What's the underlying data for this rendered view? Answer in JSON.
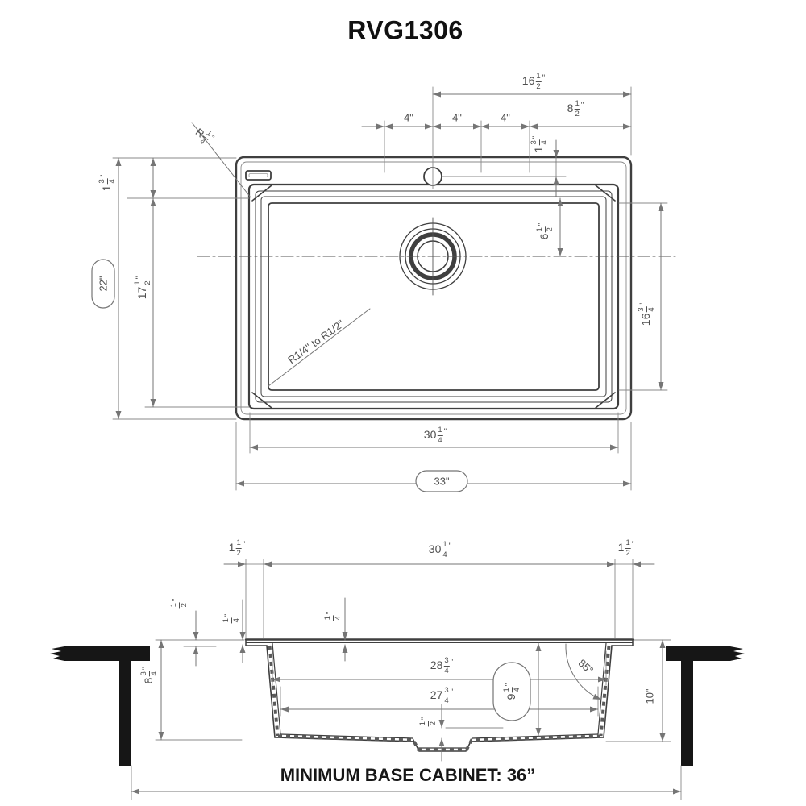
{
  "title": "RVG1306",
  "footer": {
    "label": "MINIMUM BASE CABINET: 36”"
  },
  "colors": {
    "line": "#3f3f3f",
    "dim": "#757575",
    "text": "#4f4f4f",
    "solid": "#161616"
  },
  "top_view": {
    "dims": {
      "hole_to_right_edge": {
        "whole": "16",
        "num": "1",
        "den": "2",
        "unit": "\""
      },
      "hole_spacing_a": {
        "text": "4\""
      },
      "hole_spacing_b": {
        "text": "4\""
      },
      "hole_spacing_c": {
        "text": "4\""
      },
      "right_edge_span": {
        "whole": "8",
        "num": "1",
        "den": "2",
        "unit": "\""
      },
      "hole_offset": {
        "whole": "1",
        "num": "3",
        "den": "4",
        "unit": "\""
      },
      "corner_radius": {
        "prefix": "R",
        "num": "1",
        "den": "4",
        "unit": "\""
      },
      "overall_depth": {
        "text": "22\""
      },
      "rim_to_bowl": {
        "whole": "1",
        "num": "3",
        "den": "4",
        "unit": "\""
      },
      "bowl_front_back": {
        "whole": "17",
        "num": "1",
        "den": "2",
        "unit": "\""
      },
      "bowl_to_centerline": {
        "whole": "6",
        "num": "1",
        "den": "2",
        "unit": "\""
      },
      "bowl_inner_fb": {
        "whole": "16",
        "num": "3",
        "den": "4",
        "unit": "\""
      },
      "inner_radius_note": {
        "text": "R1/4\" to R1/2\""
      },
      "bowl_width": {
        "whole": "30",
        "num": "1",
        "den": "4",
        "unit": "\""
      },
      "overall_width": {
        "text": "33\""
      }
    }
  },
  "section_view": {
    "dims": {
      "rim_left": {
        "whole": "1",
        "num": "1",
        "den": "2",
        "unit": "\""
      },
      "bowl_width": {
        "whole": "30",
        "num": "1",
        "den": "4",
        "unit": "\""
      },
      "rim_right": {
        "whole": "1",
        "num": "1",
        "den": "2",
        "unit": "\""
      },
      "rim_above_counter": {
        "num": "1",
        "den": "2",
        "unit": "\""
      },
      "rim_thickness_a": {
        "num": "1",
        "den": "4",
        "unit": "\""
      },
      "rim_thickness_b": {
        "num": "1",
        "den": "4",
        "unit": "\""
      },
      "overall_height": {
        "whole": "8",
        "num": "3",
        "den": "4",
        "unit": "\""
      },
      "bowl_top_width": {
        "whole": "28",
        "num": "3",
        "den": "4",
        "unit": "\""
      },
      "bowl_bottom_width": {
        "whole": "27",
        "num": "3",
        "den": "4",
        "unit": "\""
      },
      "bowl_depth": {
        "whole": "9",
        "num": "1",
        "den": "4",
        "unit": "\""
      },
      "bottom_slope": {
        "num": "1",
        "den": "2",
        "unit": "\""
      },
      "wall_angle": {
        "text": "85°"
      },
      "cabinet_height": {
        "text": "10\""
      }
    }
  }
}
